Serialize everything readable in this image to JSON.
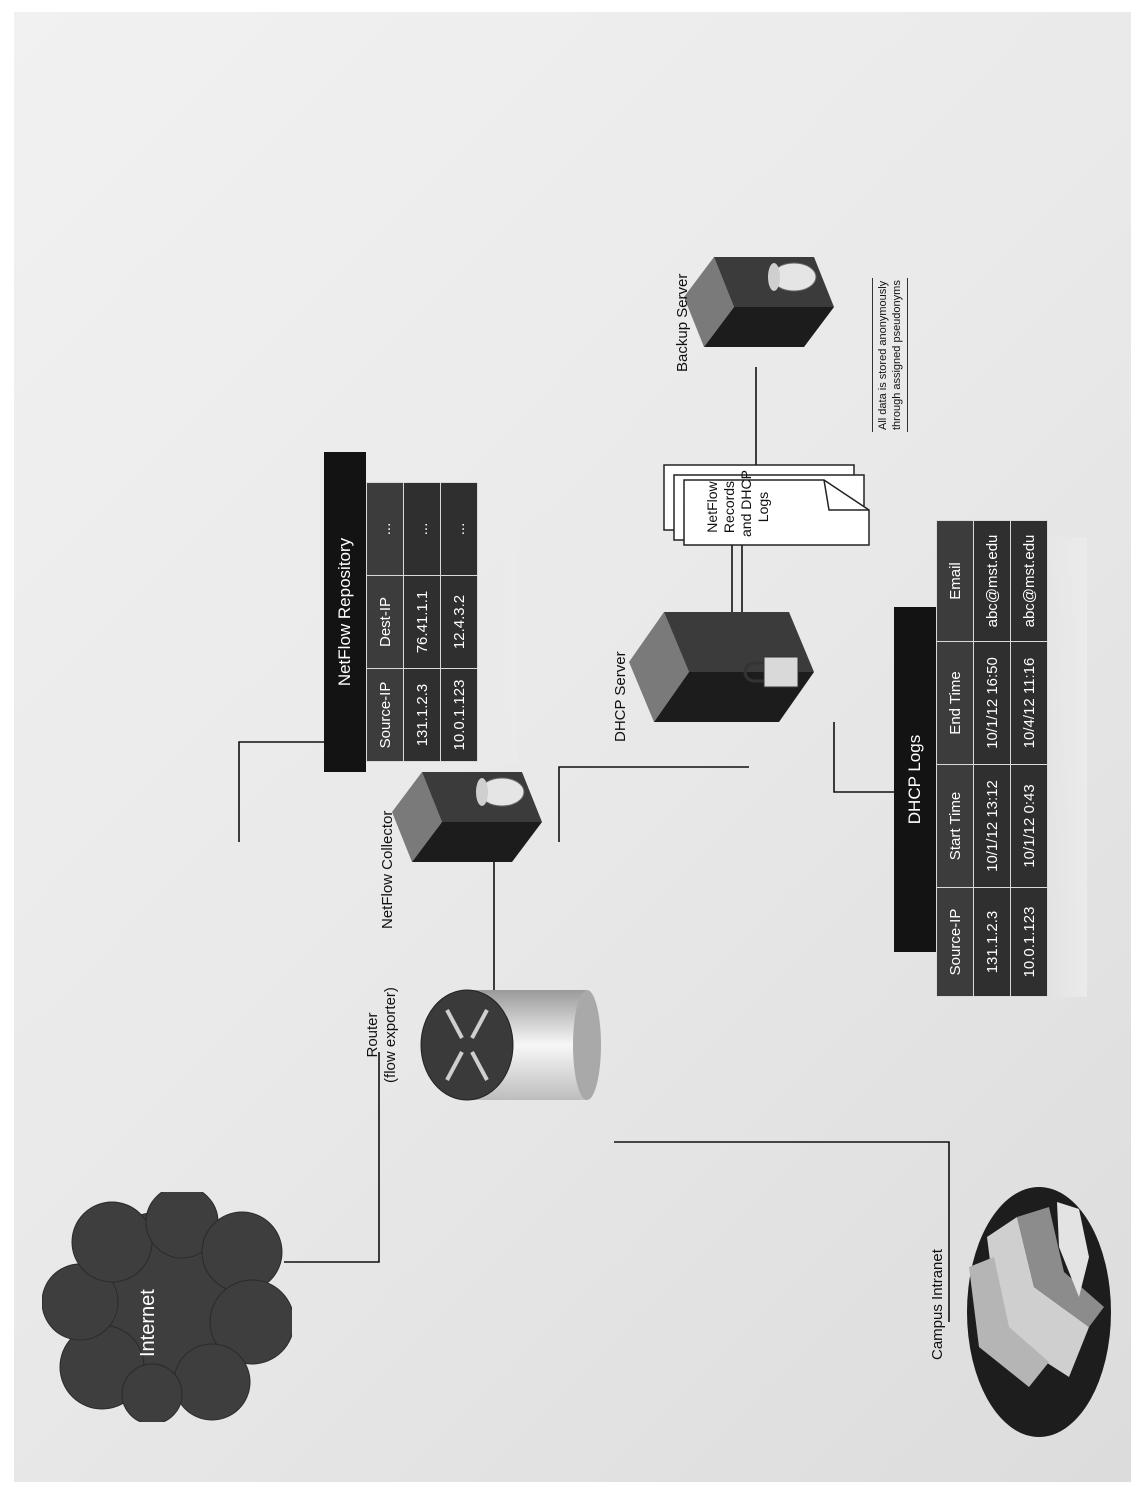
{
  "nodes": {
    "internet": "Internet",
    "router": [
      "Router",
      "(flow exporter)"
    ],
    "campus": "Campus Intranet",
    "collector": "NetFlow Collector",
    "dhcp_server": "DHCP Server",
    "backup": "Backup Server",
    "document": [
      "NetFlow",
      "Records",
      "and DHCP",
      "Logs"
    ]
  },
  "netflow_repository": {
    "title": "NetFlow Repository",
    "columns": [
      "Source-IP",
      "Dest-IP",
      "..."
    ],
    "rows": [
      [
        "131.1.2.3",
        "76.41.1.1",
        "..."
      ],
      [
        "10.0.1.123",
        "12.4.3.2",
        "..."
      ]
    ]
  },
  "dhcp_logs": {
    "title": "DHCP Logs",
    "columns": [
      "Source-IP",
      "Start Time",
      "End Time",
      "Email"
    ],
    "rows": [
      [
        "131.1.2.3",
        "10/1/12 13:12",
        "10/1/12 16:50",
        "abc@mst.edu"
      ],
      [
        "10.0.1.123",
        "10/1/12 0:43",
        "10/4/12 11:16",
        "abc@mst.edu"
      ]
    ]
  },
  "note": [
    "All data is stored anonymously",
    "through assigned pseudonyms"
  ],
  "colors": {
    "dark": "#2f2f2f",
    "title": "#131313",
    "line": "#111111"
  }
}
